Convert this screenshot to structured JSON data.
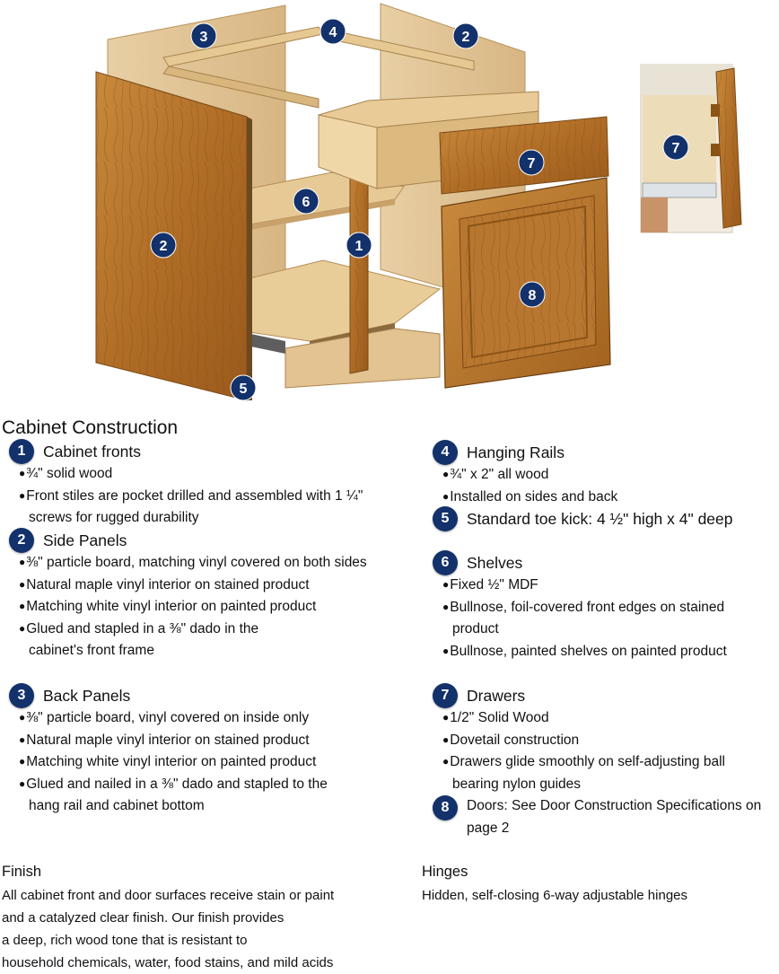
{
  "illustration": {
    "badges": [
      {
        "number": "3",
        "label": "back-panel"
      },
      {
        "number": "4",
        "label": "hanging-rail"
      },
      {
        "number": "2",
        "label": "right-side-panel"
      },
      {
        "number": "6",
        "label": "shelf"
      },
      {
        "number": "2",
        "label": "left-side-panel"
      },
      {
        "number": "1",
        "label": "cabinet-front-stile"
      },
      {
        "number": "7",
        "label": "drawer"
      },
      {
        "number": "8",
        "label": "door"
      },
      {
        "number": "5",
        "label": "toe-kick"
      },
      {
        "number": "7",
        "label": "dovetail-inset"
      }
    ],
    "colors": {
      "wood_light": "#e2c698",
      "oak": "#b9762c",
      "badge": "#13316b"
    }
  },
  "title": "Cabinet Construction",
  "sections_left": [
    {
      "number": "1",
      "title": "Cabinet fronts",
      "items": [
        "¾\" solid wood",
        "Front stiles are pocket drilled and assembled with 1 ¼\" screws for rugged durability"
      ]
    },
    {
      "number": "2",
      "title": "Side Panels",
      "items": [
        "⅜\" particle board, matching vinyl covered on both sides",
        "Natural maple vinyl interior on stained product",
        "Matching white vinyl interior on painted product",
        "Glued and stapled in a ⅜\" dado in the cabinet's front frame"
      ]
    },
    {
      "number": "3",
      "title": "Back Panels",
      "items": [
        "⅜\" particle board, vinyl covered on inside only",
        "Natural maple vinyl interior on stained product",
        "Matching white vinyl interior on painted product",
        "Glued and nailed in a ⅜\" dado and stapled to the hang rail and cabinet bottom"
      ]
    }
  ],
  "sections_right": [
    {
      "number": "4",
      "title": "Hanging Rails",
      "items": [
        "¾\" x 2\" all wood",
        "Installed on sides and back"
      ]
    },
    {
      "number": "5",
      "title": "Standard toe kick: 4 ½\" high x 4\" deep",
      "items": []
    },
    {
      "number": "6",
      "title": "Shelves",
      "items": [
        "Fixed ½\" MDF",
        "Bullnose, foil-covered front edges on stained product",
        "Bullnose, painted shelves on painted product"
      ]
    },
    {
      "number": "7",
      "title": "Drawers",
      "items": [
        "1/2\" Solid Wood",
        "Dovetail construction",
        "Drawers glide smoothly on self-adjusting ball bearing nylon guides"
      ]
    },
    {
      "number": "8",
      "title": "Doors: See Door Construction Specifications on page 2",
      "items": []
    }
  ],
  "finish": {
    "heading": "Finish",
    "lines": [
      "All cabinet front and door surfaces receive stain or paint",
      "and a catalyzed clear finish. Our finish provides",
      "a deep, rich wood tone that is resistant to",
      "household chemicals, water, food stains, and mild acids"
    ]
  },
  "hinges": {
    "heading": "Hinges",
    "text": "Hidden, self-closing 6-way adjustable hinges"
  }
}
